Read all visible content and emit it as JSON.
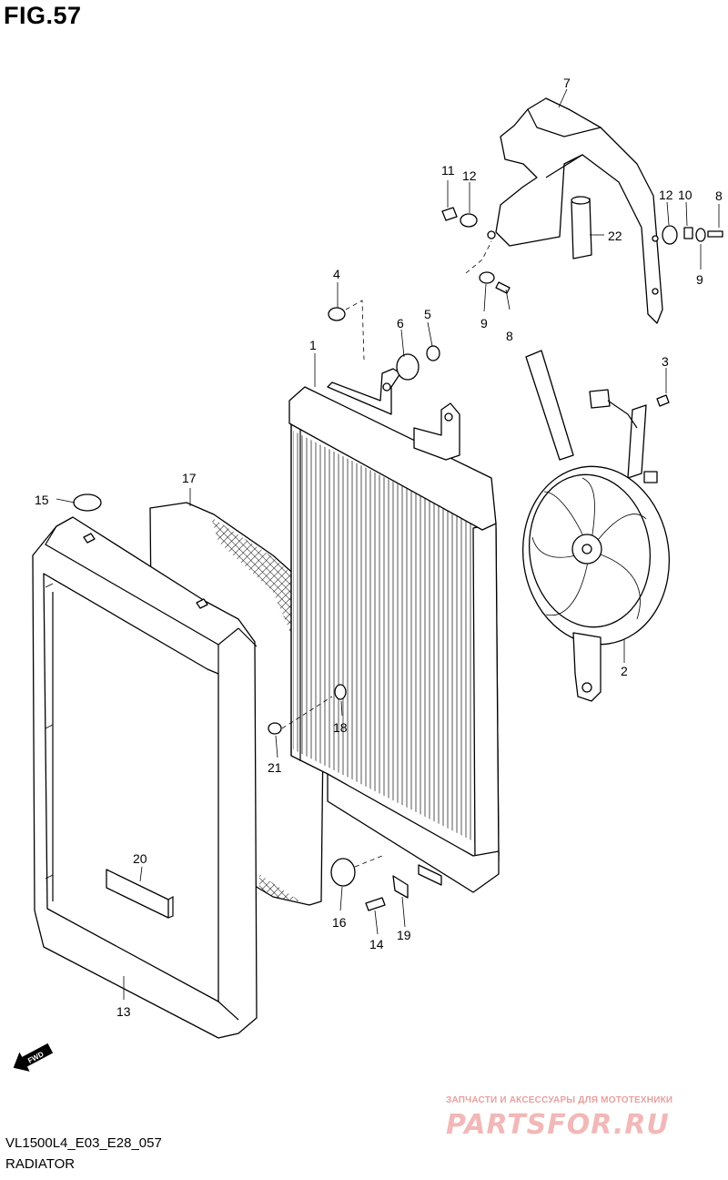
{
  "figure": {
    "title": "FIG.57",
    "model_code": "VL1500L4_E03_E28_057",
    "section_name": "RADIATOR",
    "fwd_label": "FWD"
  },
  "watermark": {
    "tagline": "ЗАПЧАСТИ И АКСЕССУАРЫ ДЛЯ МОТОТЕХНИКИ",
    "brand": "PARTSFOR.RU"
  },
  "callouts": [
    {
      "id": "c1",
      "number": "1"
    },
    {
      "id": "c2",
      "number": "2"
    },
    {
      "id": "c3",
      "number": "3"
    },
    {
      "id": "c4",
      "number": "4"
    },
    {
      "id": "c5",
      "number": "5"
    },
    {
      "id": "c6",
      "number": "6"
    },
    {
      "id": "c7",
      "number": "7"
    },
    {
      "id": "c8a",
      "number": "8"
    },
    {
      "id": "c8b",
      "number": "8"
    },
    {
      "id": "c9a",
      "number": "9"
    },
    {
      "id": "c9b",
      "number": "9"
    },
    {
      "id": "c10",
      "number": "10"
    },
    {
      "id": "c11",
      "number": "11"
    },
    {
      "id": "c12a",
      "number": "12"
    },
    {
      "id": "c12b",
      "number": "12"
    },
    {
      "id": "c13",
      "number": "13"
    },
    {
      "id": "c14",
      "number": "14"
    },
    {
      "id": "c15",
      "number": "15"
    },
    {
      "id": "c16",
      "number": "16"
    },
    {
      "id": "c17",
      "number": "17"
    },
    {
      "id": "c18",
      "number": "18"
    },
    {
      "id": "c19",
      "number": "19"
    },
    {
      "id": "c20",
      "number": "20"
    },
    {
      "id": "c21",
      "number": "21"
    },
    {
      "id": "c22",
      "number": "22"
    }
  ]
}
